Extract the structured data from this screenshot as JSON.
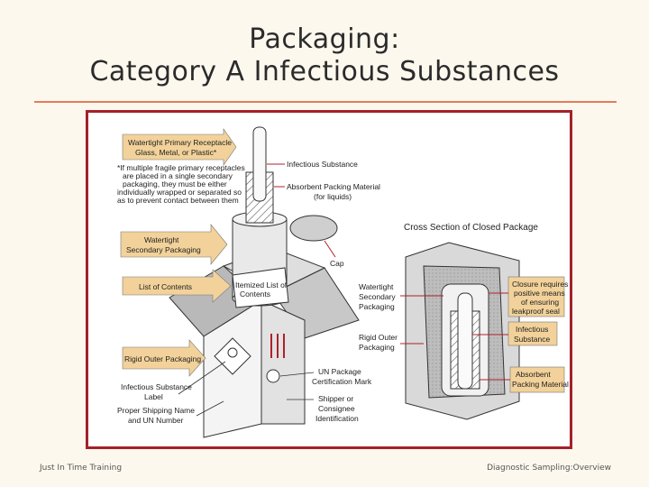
{
  "slide": {
    "title_line1": "Packaging:",
    "title_line2": "Category A Infectious Substances"
  },
  "footer": {
    "left": "Just In Time Training",
    "right": "Diagnostic Sampling:Overview"
  },
  "figure": {
    "callouts": {
      "primary_receptacle": [
        "Watertight Primary Receptacle",
        "Glass, Metal, or Plastic*"
      ],
      "fragile_note": [
        "*If multiple fragile primary receptacles",
        "are placed in a single secondary",
        "packaging, they must be either",
        "individually wrapped or separated so",
        "as to prevent contact between them"
      ],
      "secondary_packaging": [
        "Watertight",
        "Secondary Packaging"
      ],
      "list_of_contents": "List of Contents",
      "rigid_outer": "Rigid Outer Packaging",
      "infectious_label": [
        "Infectious Substance",
        "Label"
      ],
      "shipping_name": [
        "Proper Shipping Name",
        "and UN Number"
      ]
    },
    "labels": {
      "infectious_substance": "Infectious Substance",
      "absorbent": [
        "Absorbent Packing Material",
        "(for liquids)"
      ],
      "cap": "Cap",
      "itemized_list": [
        "Itemized List of",
        "Contents"
      ],
      "cross_section": "Cross Section of Closed Package",
      "wt_secondary": [
        "Watertight",
        "Secondary",
        "Packaging"
      ],
      "rigid_outer_right": [
        "Rigid Outer",
        "Packaging"
      ],
      "un_mark": [
        "UN Package",
        "Certification Mark"
      ],
      "shipper": [
        "Shipper or",
        "Consignee",
        "Identification"
      ],
      "closure": [
        "Closure requires",
        "positive means",
        "of ensuring",
        "leakproof seal"
      ],
      "infectious_right": [
        "Infectious",
        "Substance"
      ],
      "absorbent_right": [
        "Absorbent",
        "Packing Material"
      ]
    }
  }
}
